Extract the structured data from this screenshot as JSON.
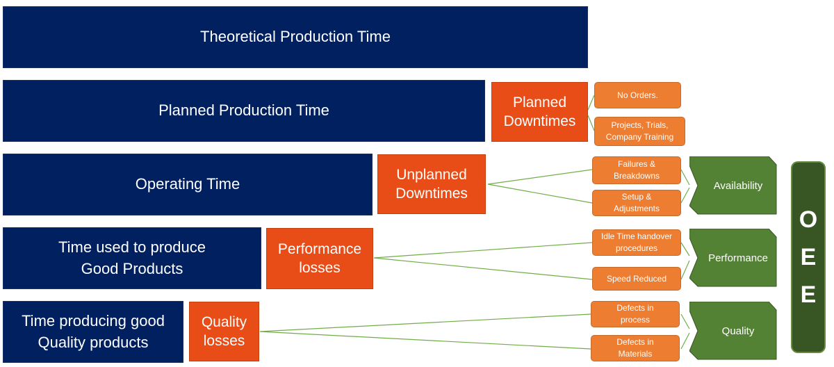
{
  "bars": {
    "theoretical": "Theoretical Production Time",
    "planned": "Planned Production Time",
    "operating": "Operating Time",
    "good_products_1": "Time used to produce",
    "good_products_2": "Good Products",
    "quality_products_1": "Time producing good",
    "quality_products_2": "Quality products"
  },
  "losses": {
    "planned_1": "Planned",
    "planned_2": "Downtimes",
    "unplanned_1": "Unplanned",
    "unplanned_2": "Downtimes",
    "performance_1": "Performance",
    "performance_2": "losses",
    "quality_1": "Quality",
    "quality_2": "losses"
  },
  "causes": {
    "no_orders": "No Orders.",
    "projects_1": "Projects, Trials,",
    "projects_2": "Company Training",
    "failures_1": "Failures &",
    "failures_2": "Breakdowns",
    "setup_1": "Setup &",
    "setup_2": "Adjustments",
    "idle_1": "Idle Time handover",
    "idle_2": "procedures",
    "speed": "Speed Reduced",
    "defects_process_1": "Defects in",
    "defects_process_2": "process",
    "defects_materials_1": "Defects in",
    "defects_materials_2": "Materials"
  },
  "factors": {
    "availability": "Availability",
    "performance": "Performance",
    "quality": "Quality"
  },
  "oee": {
    "o": "O",
    "e1": "E",
    "e2": "E"
  },
  "colors": {
    "navy": "#002060",
    "loss_orange": "#e84c17",
    "cause_orange": "#ed7d31",
    "factor_green": "#548235",
    "oee_green": "#375623",
    "connector": "#70ad47"
  }
}
